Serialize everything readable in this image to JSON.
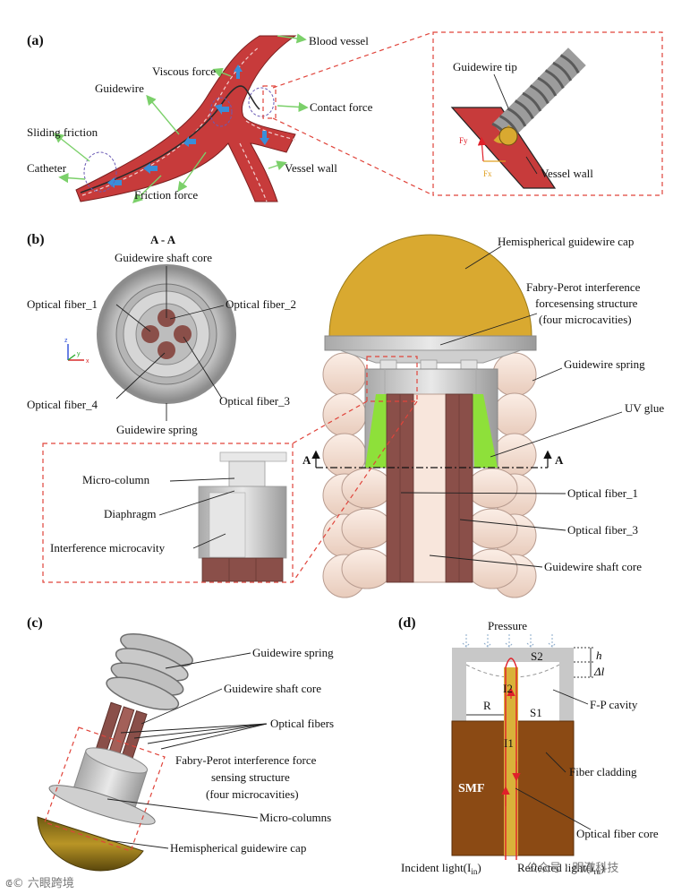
{
  "panels": {
    "a": {
      "tag": "(a)",
      "labels": {
        "blood_vessel": "Blood vessel",
        "viscous_force": "Viscous force",
        "guidewire": "Guidewire",
        "contact_force": "Contact force",
        "sliding_friction": "Sliding friction",
        "catheter": "Catheter",
        "friction_force": "Friction force",
        "vessel_wall": "Vessel wall",
        "guidewire_tip": "Guidewire tip",
        "vessel_wall_inset": "Vessel wall",
        "fy": "Fy",
        "fx": "Fx"
      }
    },
    "b": {
      "tag": "(b)",
      "labels": {
        "section": "A - A",
        "shaft_core_top": "Guidewire shaft core",
        "fiber_1": "Optical fiber_1",
        "fiber_2": "Optical fiber_2",
        "fiber_3": "Optical fiber_3",
        "fiber_4": "Optical fiber_4",
        "spring_bottom": "Guidewire spring",
        "cap": "Hemispherical guidewire cap",
        "fp_line1": "Fabry-Perot interference",
        "fp_line2": "forcesensing structure",
        "fp_line3": "(four microcavities)",
        "spring_right": "Guidewire spring",
        "uv_glue": "UV glue",
        "fiber_1_right": "Optical fiber_1",
        "fiber_3_right": "Optical fiber_3",
        "shaft_core_right": "Guidewire shaft core",
        "micro_column": "Micro-column",
        "diaphragm": "Diaphragm",
        "cavity": "Interference microcavity",
        "a_left": "A",
        "a_right": "A",
        "axis_z": "z",
        "axis_y": "y",
        "axis_x": "x"
      }
    },
    "c": {
      "tag": "(c)",
      "labels": {
        "spring": "Guidewire spring",
        "shaft_core": "Guidewire shaft core",
        "fibers": "Optical fibers",
        "fp_line1": "Fabry-Perot interference force",
        "fp_line2": "sensing structure",
        "fp_line3": "(four microcavities)",
        "micro_columns": "Micro-columns",
        "cap": "Hemispherical guidewire cap"
      }
    },
    "d": {
      "tag": "(d)",
      "labels": {
        "pressure": "Pressure",
        "h": "h",
        "delta_l": "Δl",
        "s2": "S2",
        "i2": "I2",
        "fp_cavity": "F-P cavity",
        "r": "R",
        "s1": "S1",
        "i1": "I1",
        "smf": "SMF",
        "cladding": "Fiber cladding",
        "core": "Optical fiber core",
        "incident": "Incident light(I",
        "incident_sub": "in",
        "reflected": "Reflected light(I",
        "reflected_sub": "ru"
      }
    }
  },
  "watermarks": {
    "left": "⟃© 六眼跨境",
    "right": "公众号 · 明澈科技"
  },
  "colors": {
    "vessel_red": "#c73b3b",
    "cap_gold": "#d9a930",
    "fiber_brown": "#8a4f49",
    "spring_peach": "#f5dcd0",
    "uv_green": "#8ee03a",
    "smf_brown": "#8b4a14",
    "dash_red": "#e0443b",
    "arrow_green": "#7bd06a"
  }
}
